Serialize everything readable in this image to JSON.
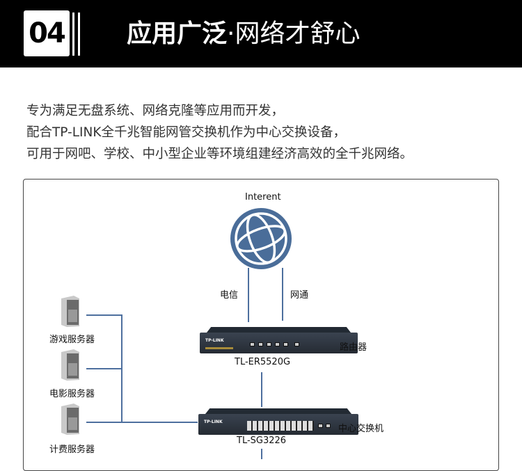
{
  "header": {
    "number": "04",
    "title_bold": "应用广泛",
    "separator": "·",
    "title_rest": "网络才舒心"
  },
  "intro": [
    "专为满足无盘系统、网络克隆等应用而开发，",
    "配合TP-LINK全千兆智能网管交换机作为中心交换设备，",
    "可用于网吧、学校、中小型企业等环境组建经济高效的全千兆网络。"
  ],
  "diagram": {
    "internet": "Interent",
    "isp1": "电信",
    "isp2": "网通",
    "router": {
      "label": "路由器",
      "model": "TL-ER5520G"
    },
    "switch": {
      "label": "中心交换机",
      "model": "TL-SG3226"
    },
    "servers": [
      "游戏服务器",
      "电影服务器",
      "计费服务器"
    ],
    "brand": "TP-LINK",
    "line_color": "#4d6f9e",
    "globe_color": "#4a6d99"
  }
}
